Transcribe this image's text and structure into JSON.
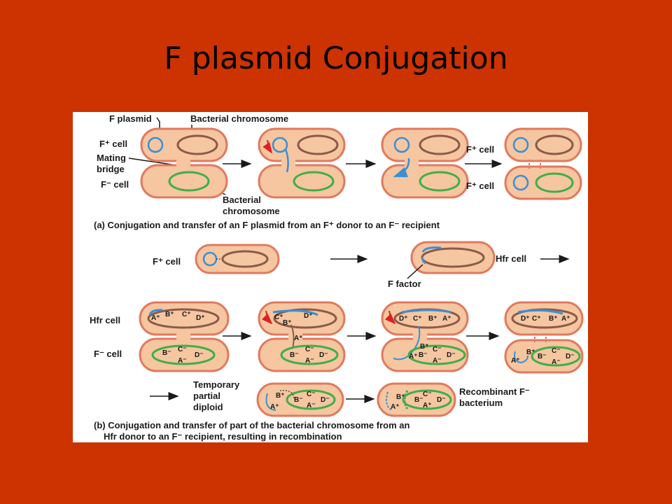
{
  "slide": {
    "title": "F plasmid Conjugation"
  },
  "figure": {
    "panel_a": {
      "label_f_plasmid": "F plasmid",
      "label_bacterial_chromosome_top": "Bacterial chromosome",
      "label_f_plus_cell": "F⁺ cell",
      "label_mating_bridge_1": "Mating",
      "label_mating_bridge_2": "bridge",
      "label_f_minus_cell": "F⁻ cell",
      "label_bacterial_chromosome_bottom_1": "Bacterial",
      "label_bacterial_chromosome_bottom_2": "chromosome",
      "label_result_top": "F⁺ cell",
      "label_result_bottom": "F⁺ cell",
      "caption": "(a) Conjugation and transfer of an F plasmid from an F⁺ donor to an F⁻ recipient"
    },
    "panel_b": {
      "label_f_plus_cell": "F⁺ cell",
      "label_hfr_cell_arrow": "Hfr cell",
      "label_f_factor": "F factor",
      "label_hfr_cell": "Hfr cell",
      "label_f_minus_cell": "F⁻ cell",
      "label_temp_1": "Temporary",
      "label_temp_2": "partial",
      "label_temp_3": "diploid",
      "label_recomb_1": "Recombinant F⁻",
      "label_recomb_2": "bacterium",
      "caption_1": "(b) Conjugation and transfer of part of the bacterial chromosome from an",
      "caption_2": "Hfr donor to an F⁻ recipient, resulting in recombination",
      "genes": {
        "a_plus": "A⁺",
        "b_plus": "B⁺",
        "c_plus": "C⁺",
        "d_plus": "D⁺",
        "a_minus": "A⁻",
        "b_minus": "B⁻",
        "c_minus": "C⁻",
        "d_minus": "D⁻"
      }
    },
    "colors": {
      "cell_fill": "#f5c6a0",
      "cell_border": "#e07a5f",
      "plasmid": "#3a8fd6",
      "donor_chromosome": "#8a5a4a",
      "recipient_chromosome": "#3fae49",
      "arrow_red": "#e02020"
    }
  }
}
